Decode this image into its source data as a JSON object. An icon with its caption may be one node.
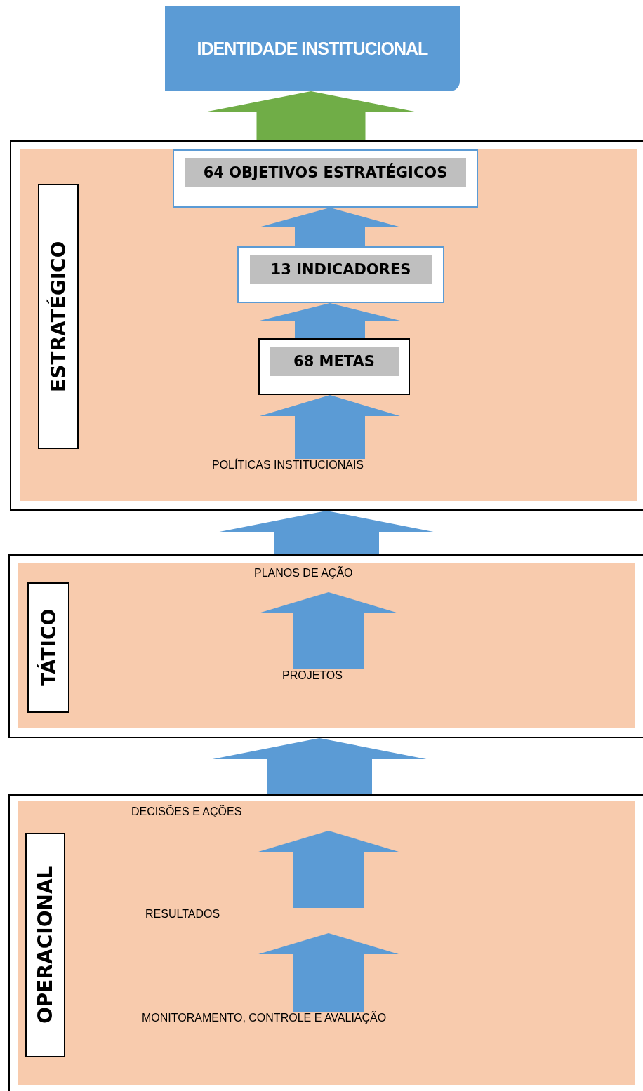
{
  "diagram": {
    "nodes": [
      {
        "text": [
          "IDENTIDADE INSTITUCIONAL"
        ]
      },
      {
        "text": [
          "ESTRATÉGICO"
        ]
      },
      {
        "text": [
          "64 OBJETIVOS ESTRATÉGICOS"
        ],
        "in": 1
      },
      {
        "text": [
          "13 INDICADORES"
        ],
        "in": 1
      },
      {
        "text": [
          "68 METAS"
        ],
        "in": 1
      },
      {
        "text": [
          "POLÍTICAS INSTITUCIONAIS"
        ],
        "in": 1
      },
      {
        "text": [
          "TÁTICO"
        ]
      },
      {
        "text": [
          "PLANOS DE AÇÃO"
        ],
        "in": 6
      },
      {
        "text": [
          "PROJETOS"
        ],
        "in": 6
      },
      {
        "text": [
          "OPERACIONAL"
        ]
      },
      {
        "text": [
          "DECISÕES E AÇÕES"
        ],
        "in": 9
      },
      {
        "text": [
          "RESULTADOS"
        ],
        "in": 9
      },
      {
        "text": [
          "MONITORAMENTO, CONTROLE E AVALIAÇÃO"
        ],
        "in": 9
      }
    ],
    "edges": [
      {
        "from": 1,
        "to": 0,
        "arrow": "to",
        "color": "#70ad47"
      },
      {
        "from": 3,
        "to": 2,
        "arrow": "to"
      },
      {
        "from": 4,
        "to": 3,
        "arrow": "to"
      },
      {
        "from": 5,
        "to": 4,
        "arrow": "to"
      },
      {
        "from": 6,
        "to": 1,
        "arrow": "to"
      },
      {
        "from": 8,
        "to": 7,
        "arrow": "to"
      },
      {
        "from": 9,
        "to": 6,
        "arrow": "to"
      },
      {
        "from": 11,
        "to": 10,
        "arrow": "to"
      },
      {
        "from": 12,
        "to": 11,
        "arrow": "to"
      }
    ]
  }
}
